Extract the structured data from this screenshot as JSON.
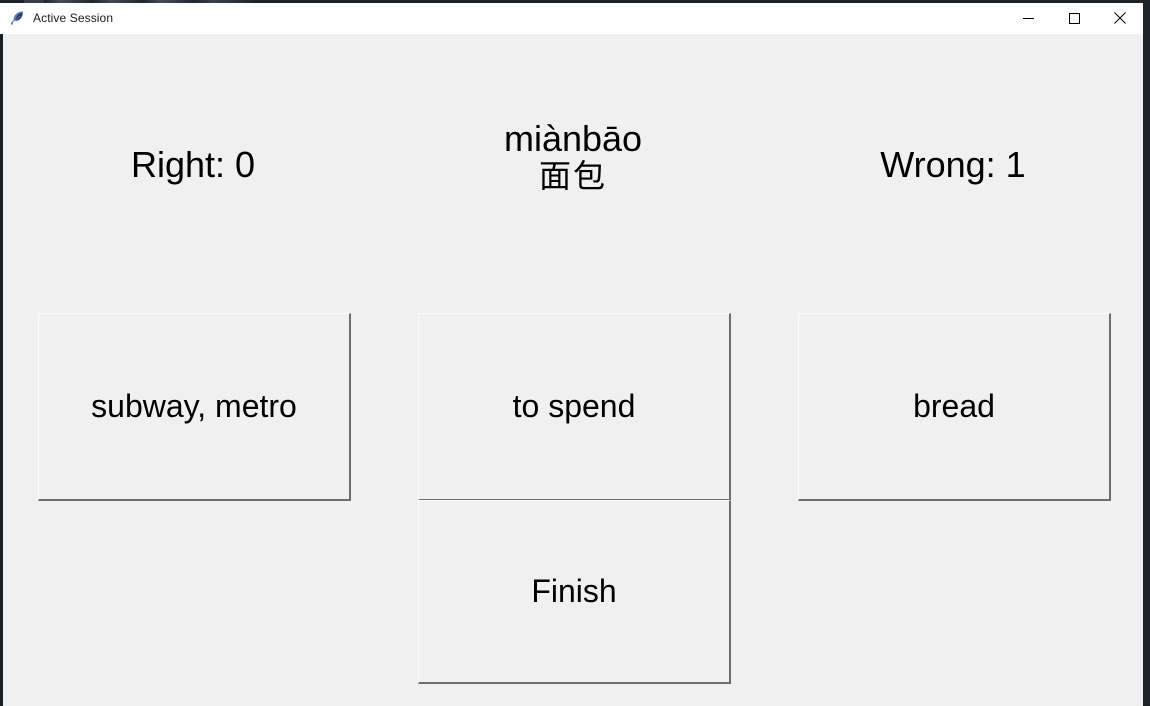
{
  "window": {
    "title": "Active Session",
    "icon": "feather-icon",
    "background_color": "#f0f0f0",
    "titlebar_color": "#ffffff",
    "controls": {
      "minimize_label": "Minimize",
      "maximize_label": "Maximize",
      "close_label": "Close"
    }
  },
  "hud": {
    "right_score": "Right: 0",
    "wrong_score": "Wrong: 1"
  },
  "prompt": {
    "pinyin": "miànbāo",
    "hanzi": "面包"
  },
  "answers": {
    "left": "subway, metro",
    "center": "to spend",
    "right": "bread"
  },
  "actions": {
    "finish": "Finish"
  }
}
